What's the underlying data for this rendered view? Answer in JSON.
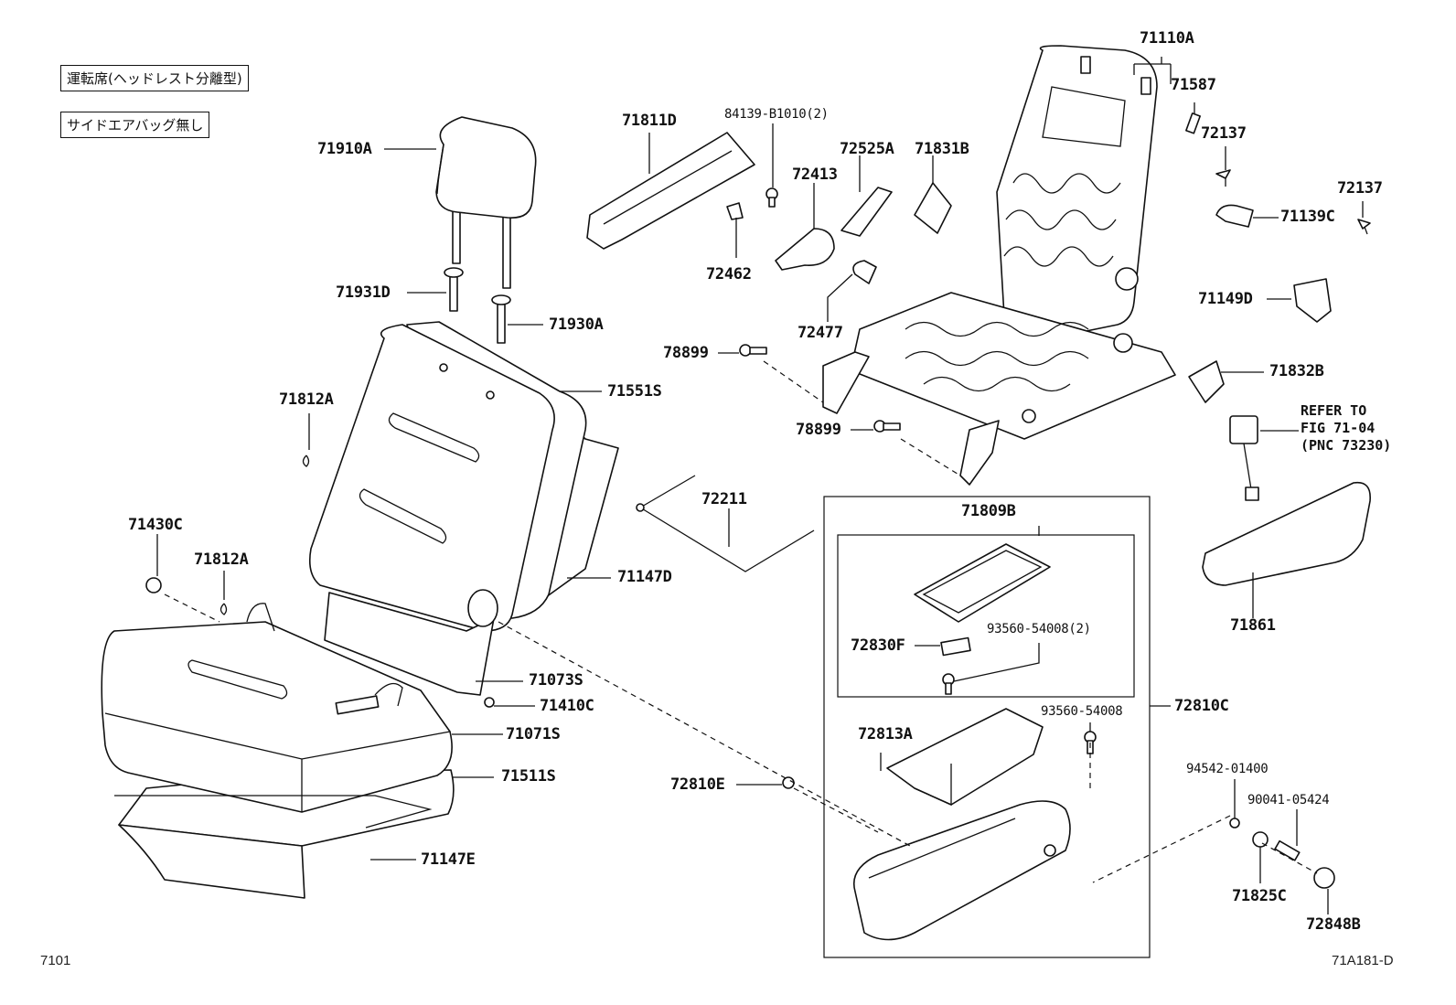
{
  "notes": {
    "driver_seat": "運転席(ヘッドレスト分離型)",
    "no_side_airbag": "サイドエアバッグ無し",
    "refer": "REFER TO\nFIG 71-04\n(PNC 73230)"
  },
  "footer": {
    "left": "7101",
    "right": "71A181-D"
  },
  "labels": {
    "p71110A": "71110A",
    "p71587": "71587",
    "p72137a": "72137",
    "p72137b": "72137",
    "p71139C": "71139C",
    "p71149D": "71149D",
    "p71832B": "71832B",
    "p71811D": "71811D",
    "p84139": "84139-B1010(2)",
    "p72525A": "72525A",
    "p71831B": "71831B",
    "p72413": "72413",
    "p72462": "72462",
    "p72477": "72477",
    "p78899a": "78899",
    "p78899b": "78899",
    "p71910A": "71910A",
    "p71931D": "71931D",
    "p71930A": "71930A",
    "p71551S": "71551S",
    "p71812Aa": "71812A",
    "p71812Ab": "71812A",
    "p71430C": "71430C",
    "p72211": "72211",
    "p71147D": "71147D",
    "p71073S": "71073S",
    "p71410C": "71410C",
    "p71071S": "71071S",
    "p71511S": "71511S",
    "p71147E": "71147E",
    "p72810E": "72810E",
    "p71809B": "71809B",
    "p72830F": "72830F",
    "p93560a": "93560-54008(2)",
    "p93560b": "93560-54008",
    "p72810C": "72810C",
    "p72813A": "72813A",
    "p71861": "71861",
    "p94542": "94542-01400",
    "p90041": "90041-05424",
    "p71825C": "71825C",
    "p72848B": "72848B"
  }
}
